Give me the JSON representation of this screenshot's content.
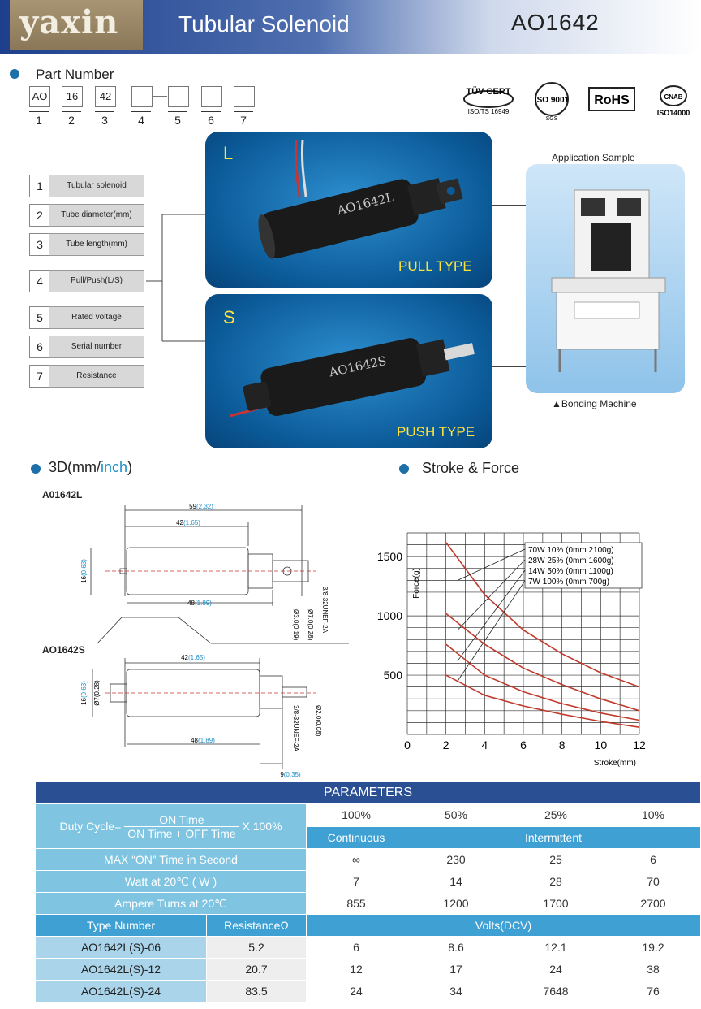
{
  "header": {
    "logo": "yaxin",
    "title": "Tubular Solenoid",
    "model": "AO1642"
  },
  "part_number": {
    "heading": "Part Number",
    "boxes": [
      "AO",
      "16",
      "42",
      "",
      "",
      "",
      ""
    ],
    "indexes": [
      "1",
      "2",
      "3",
      "4",
      "5",
      "6",
      "7"
    ]
  },
  "certs": [
    {
      "name": "TÜV CERT",
      "sub": "ISO/TS 16949"
    },
    {
      "name": "ISO 9001",
      "sub": "SGS"
    },
    {
      "name": "RoHS",
      "sub": ""
    },
    {
      "name": "CNAB",
      "sub": "ISO14000"
    }
  ],
  "legend": [
    {
      "num": "1",
      "label": "Tubular solenoid"
    },
    {
      "num": "2",
      "label": "Tube diameter(mm)"
    },
    {
      "num": "3",
      "label": "Tube length(mm)"
    },
    {
      "num": "4",
      "label": "Pull/Push(L/S)"
    },
    {
      "num": "5",
      "label": "Rated voltage"
    },
    {
      "num": "6",
      "label": "Serial number"
    },
    {
      "num": "7",
      "label": "Resistance"
    }
  ],
  "pull_panel": {
    "letter": "L",
    "body_text": "AO1642L",
    "type": "PULL TYPE"
  },
  "push_panel": {
    "letter": "S",
    "body_text": "AO1642S",
    "type": "PUSH TYPE"
  },
  "application": {
    "title": "Application Sample",
    "caption": "▲Bonding Machine"
  },
  "drawing": {
    "heading": "3D(mm/inch)",
    "heading_a": "3D(mm/",
    "heading_b": "inch",
    "heading_c": ")",
    "label_l": "A01642L",
    "label_s": "AO1642S",
    "l_dims": {
      "len59": "59",
      "len59_in": "(2.32)",
      "len42": "42",
      "len42_in": "(1.65)",
      "len48": "48",
      "len48_in": "(1.89)",
      "dia16": "16",
      "dia16_in": "(0.63)",
      "d3": "Ø3.0(0.19)",
      "d7": "Ø7.0(0.28)",
      "thread": "3/8-32UNEF-2A"
    },
    "s_dims": {
      "len42": "42",
      "len42_in": "(1.65)",
      "len48": "48",
      "len48_in": "(1.89)",
      "len9": "9",
      "len9_in": "(0.35)",
      "dia16": "16",
      "dia16_in": "(0.63)",
      "d7": "Ø7(0.28)",
      "d2": "Ø2.0(0.08)",
      "thread": "3/8-32UNEF-2A"
    }
  },
  "chart_data": {
    "type": "line",
    "heading": "Stroke & Force",
    "xlabel": "Stroke(mm)",
    "ylabel": "Force(g)",
    "xlim": [
      0,
      12
    ],
    "ylim": [
      0,
      1700
    ],
    "x_ticks": [
      0,
      2,
      4,
      6,
      8,
      10,
      12
    ],
    "y_ticks": [
      500,
      1000,
      1500
    ],
    "grid": true,
    "legend_position": "top-right",
    "series": [
      {
        "name": "70W 10% (0mm 2100g)",
        "x": [
          2,
          4,
          6,
          8,
          10,
          12
        ],
        "y": [
          1620,
          1180,
          880,
          680,
          520,
          400
        ]
      },
      {
        "name": "28W 25% (0mm 1600g)",
        "x": [
          2,
          4,
          6,
          8,
          10,
          12
        ],
        "y": [
          1020,
          760,
          560,
          420,
          300,
          200
        ]
      },
      {
        "name": "14W 50% (0mm 1100g)",
        "x": [
          2,
          4,
          6,
          8,
          10,
          12
        ],
        "y": [
          760,
          500,
          360,
          260,
          180,
          120
        ]
      },
      {
        "name": "7W 100% (0mm 700g)",
        "x": [
          2,
          4,
          6,
          8,
          10,
          12
        ],
        "y": [
          500,
          330,
          240,
          170,
          110,
          60
        ]
      }
    ]
  },
  "parameters": {
    "title": "PARAMETERS",
    "duty_label": "Duty Cycle=",
    "duty_num": "ON Time",
    "duty_den": "ON Time + OFF Time",
    "duty_mult": "X 100%",
    "duty_values": [
      "100%",
      "50%",
      "25%",
      "10%"
    ],
    "continuous": "Continuous",
    "intermittent": "Intermittent",
    "rows": [
      {
        "label": "MAX “ON” Time in Second",
        "values": [
          "∞",
          "230",
          "25",
          "6"
        ]
      },
      {
        "label": "Watt at 20℃ ( W )",
        "values": [
          "7",
          "14",
          "28",
          "70"
        ]
      },
      {
        "label": "Ampere Turns at 20℃",
        "values": [
          "855",
          "1200",
          "1700",
          "2700"
        ]
      }
    ],
    "type_header": "Type Number",
    "res_header": "ResistanceΩ",
    "volts_header": "Volts(DCV)",
    "types": [
      {
        "name": "AO1642L(S)-06",
        "res": "5.2",
        "volts": [
          "6",
          "8.6",
          "12.1",
          "19.2"
        ]
      },
      {
        "name": "AO1642L(S)-12",
        "res": "20.7",
        "volts": [
          "12",
          "17",
          "24",
          "38"
        ]
      },
      {
        "name": "AO1642L(S)-24",
        "res": "83.5",
        "volts": [
          "24",
          "34",
          "7648",
          "76"
        ]
      }
    ]
  }
}
